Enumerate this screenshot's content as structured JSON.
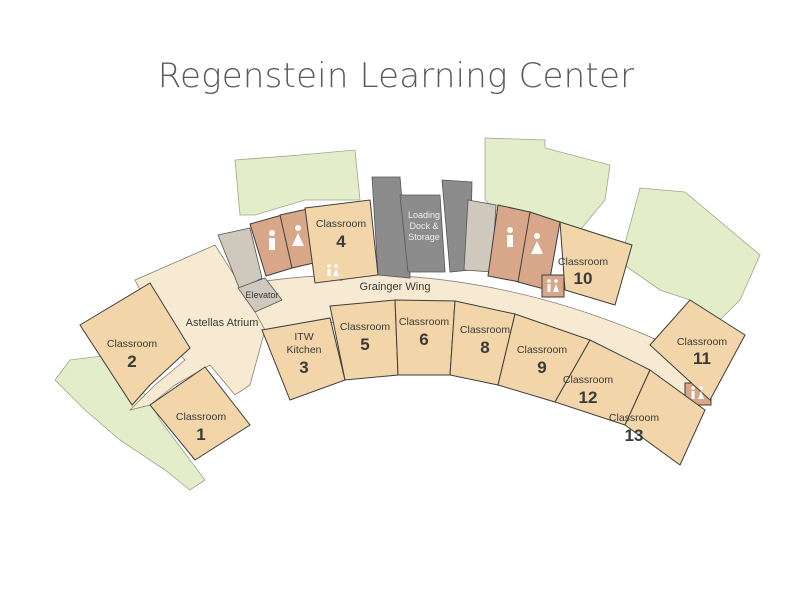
{
  "title": "Regenstein Learning Center",
  "areas": {
    "atrium": "Astellas Atrium",
    "wing": "Grainger Wing",
    "elevator": "Elevator",
    "dock_line1": "Loading",
    "dock_line2": "Dock &",
    "dock_line3": "Storage"
  },
  "rooms": [
    {
      "label": "Classroom",
      "number": "1"
    },
    {
      "label": "Classroom",
      "number": "2"
    },
    {
      "label_line1": "ITW",
      "label_line2": "Kitchen",
      "number": "3"
    },
    {
      "label": "Classroom",
      "number": "4"
    },
    {
      "label": "Classroom",
      "number": "5"
    },
    {
      "label": "Classroom",
      "number": "6"
    },
    {
      "label": "Classroom",
      "number": "8"
    },
    {
      "label": "Classroom",
      "number": "9"
    },
    {
      "label": "Classroom",
      "number": "10"
    },
    {
      "label": "Classroom",
      "number": "11"
    },
    {
      "label": "Classroom",
      "number": "12"
    },
    {
      "label": "Classroom",
      "number": "13"
    }
  ],
  "icons": [
    "restroom-men-icon",
    "restroom-women-icon",
    "restroom-unisex-icon"
  ],
  "colors": {
    "classroom": "#f2d5a8",
    "corridor": "#f7ead2",
    "grass": "#e3edc9",
    "restroom": "#d8a789",
    "loading_dock": "#8c8c8c"
  }
}
